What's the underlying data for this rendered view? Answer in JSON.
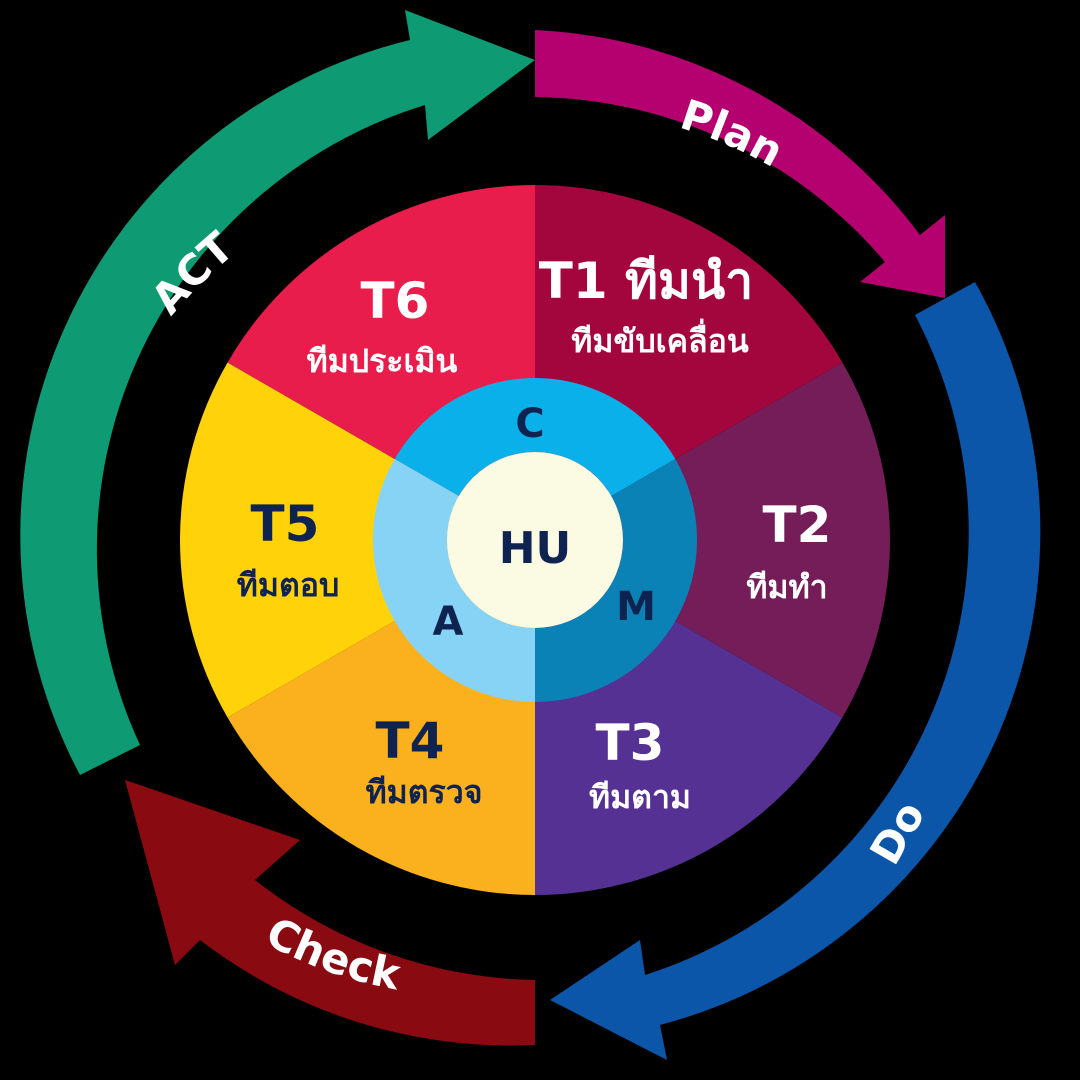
{
  "cycle": [
    {
      "id": "plan",
      "label": "Plan",
      "color": "#B5006F"
    },
    {
      "id": "do",
      "label": "Do",
      "color": "#0B56A8"
    },
    {
      "id": "check",
      "label": "Check",
      "color": "#8A0A12"
    },
    {
      "id": "act",
      "label": "ACT",
      "color": "#0E9B73"
    }
  ],
  "segments": [
    {
      "id": "t1",
      "code": "T1",
      "title": "T1 ทีมนำ",
      "subtitle": "ทีมขับเคลื่อน",
      "color": "#A3063C",
      "text_color": "#ffffff"
    },
    {
      "id": "t2",
      "code": "T2",
      "title": "T2",
      "subtitle": "ทีมทำ",
      "color": "#741D58",
      "text_color": "#ffffff"
    },
    {
      "id": "t3",
      "code": "T3",
      "title": "T3",
      "subtitle": "ทีมตาม",
      "color": "#553194",
      "text_color": "#ffffff"
    },
    {
      "id": "t4",
      "code": "T4",
      "title": "T4",
      "subtitle": "ทีมตรวจ",
      "color": "#FBB01E",
      "text_color": "#0F2350"
    },
    {
      "id": "t5",
      "code": "T5",
      "title": "T5",
      "subtitle": "ทีมตอบ",
      "color": "#FFD20A",
      "text_color": "#0F2350"
    },
    {
      "id": "t6",
      "code": "T6",
      "title": "T6",
      "subtitle": "ทีมประเมิน",
      "color": "#E81D4B",
      "text_color": "#ffffff"
    }
  ],
  "ring": [
    {
      "id": "c",
      "letter": "C",
      "color": "#0AB0EA"
    },
    {
      "id": "m",
      "letter": "M",
      "color": "#0B82B5"
    },
    {
      "id": "a",
      "letter": "A",
      "color": "#86D3F5"
    }
  ],
  "hub": {
    "label": "HU",
    "color": "#FBFBE4",
    "text_color": "#0F2350"
  },
  "letter_color": "#0F2350"
}
